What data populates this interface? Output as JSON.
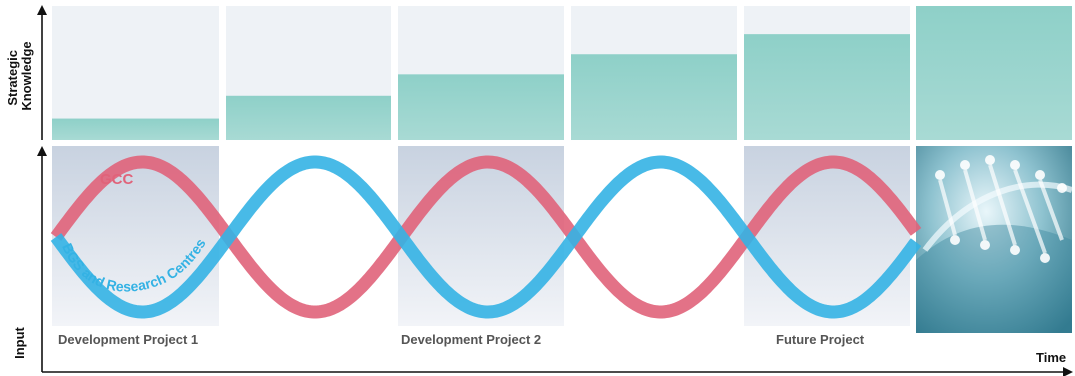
{
  "axes": {
    "upper_y_label": "Strategic Knowledge",
    "upper_y_line1": "Strategic",
    "upper_y_line2": "Knowledge",
    "lower_y_label": "Input",
    "x_label": "Time"
  },
  "waves": {
    "gcc_label": "GCC",
    "bgs_label": "BGS and Research Centres",
    "gcc_color": "#e0637a",
    "bgs_color": "#34b2e4"
  },
  "colors": {
    "knowledge_bar": "#8ed0c8",
    "panel_bg": "#eef2f6",
    "lower_panel_top": "#c8d2e0",
    "lower_panel_bottom": "#f2f4f8"
  },
  "knowledge_levels": [
    0.16,
    0.33,
    0.49,
    0.64,
    0.79,
    1.0
  ],
  "projects": [
    {
      "label": "Development Project 1"
    },
    {
      "label": "Development Project 2"
    },
    {
      "label": "Future Project"
    }
  ],
  "image": {
    "name": "molecular-structure-image"
  }
}
